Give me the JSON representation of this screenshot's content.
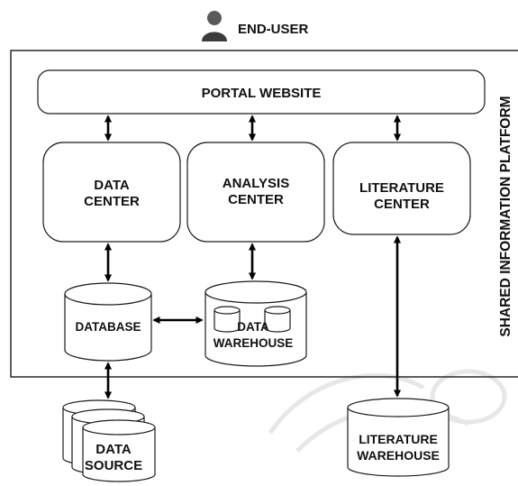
{
  "end_user": {
    "label": "END-USER",
    "icon": "user-icon"
  },
  "platform": {
    "label": "SHARED INFORMATION PLATFORM"
  },
  "portal": {
    "label": "PORTAL WEBSITE"
  },
  "data_center": {
    "line1": "DATA",
    "line2": "CENTER"
  },
  "analysis_center": {
    "line1": "ANALYSIS",
    "line2": "CENTER"
  },
  "literature_center": {
    "line1": "LITERATURE",
    "line2": "CENTER"
  },
  "database": {
    "label": "DATABASE"
  },
  "data_warehouse": {
    "line1": "DATA",
    "line2": "WAREHOUSE"
  },
  "data_source": {
    "line1": "DATA",
    "line2": "SOURCE"
  },
  "literature_warehouse": {
    "line1": "LITERATURE",
    "line2": "WAREHOUSE"
  }
}
